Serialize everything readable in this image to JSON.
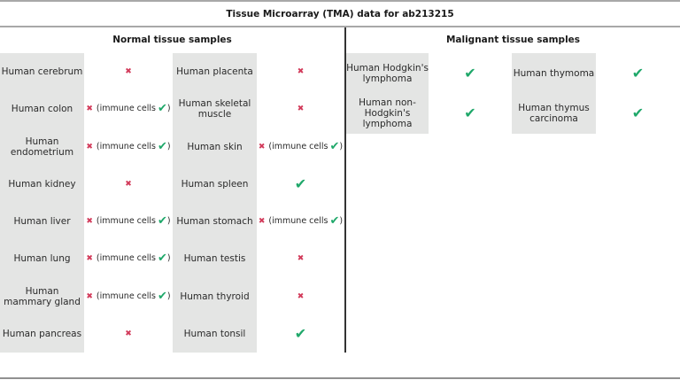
{
  "title": "Tissue Microarray (TMA) data for ab213215",
  "sections": {
    "normal": {
      "heading": "Normal tissue samples",
      "rows": [
        {
          "left": {
            "tissue": "Human cerebrum",
            "result": "negative",
            "note": ""
          },
          "right": {
            "tissue": "Human placenta",
            "result": "negative",
            "note": ""
          }
        },
        {
          "left": {
            "tissue": "Human colon",
            "result": "negative",
            "note": "(immune cells"
          },
          "right": {
            "tissue": "Human skeletal muscle",
            "result": "negative",
            "note": ""
          }
        },
        {
          "left": {
            "tissue": "Human endometrium",
            "result": "negative",
            "note": "(immune cells"
          },
          "right": {
            "tissue": "Human skin",
            "result": "negative",
            "note": "(immune cells"
          }
        },
        {
          "left": {
            "tissue": "Human kidney",
            "result": "negative",
            "note": ""
          },
          "right": {
            "tissue": "Human spleen",
            "result": "positive",
            "note": ""
          }
        },
        {
          "left": {
            "tissue": "Human liver",
            "result": "negative",
            "note": "(immune cells"
          },
          "right": {
            "tissue": "Human stomach",
            "result": "negative",
            "note": "(immune cells"
          }
        },
        {
          "left": {
            "tissue": "Human lung",
            "result": "negative",
            "note": "(immune cells"
          },
          "right": {
            "tissue": "Human testis",
            "result": "negative",
            "note": ""
          }
        },
        {
          "left": {
            "tissue": "Human mammary gland",
            "result": "negative",
            "note": "(immune cells"
          },
          "right": {
            "tissue": "Human thyroid",
            "result": "negative",
            "note": ""
          }
        },
        {
          "left": {
            "tissue": "Human pancreas",
            "result": "negative",
            "note": ""
          },
          "right": {
            "tissue": "Human tonsil",
            "result": "positive",
            "note": ""
          }
        }
      ]
    },
    "malignant": {
      "heading": "Malignant tissue samples",
      "rows": [
        {
          "left": {
            "tissue": "Human Hodgkin's lymphoma",
            "result": "positive"
          },
          "right": {
            "tissue": "Human thymoma",
            "result": "positive"
          }
        },
        {
          "left": {
            "tissue": "Human non-Hodgkin's lymphoma",
            "result": "positive"
          },
          "right": {
            "tissue": "Human thymus carcinoma",
            "result": "positive"
          }
        }
      ]
    }
  },
  "symbols": {
    "cross": "✖",
    "check": "✔",
    "close_paren": ")"
  },
  "colors": {
    "cross": "#d23a5a",
    "check": "#1fa86a",
    "name_cell_bg": "#e4e5e4"
  }
}
